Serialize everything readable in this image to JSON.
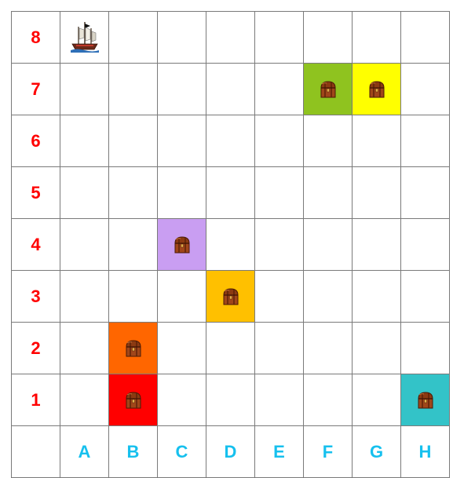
{
  "board": {
    "rows": [
      "8",
      "7",
      "6",
      "5",
      "4",
      "3",
      "2",
      "1"
    ],
    "columns": [
      "A",
      "B",
      "C",
      "D",
      "E",
      "F",
      "G",
      "H"
    ]
  },
  "ship": {
    "cell": "A8",
    "icon": "pirate-ship-icon"
  },
  "chests": [
    {
      "cell": "F7",
      "color": "#8fc31f",
      "icon": "treasure-chest-icon"
    },
    {
      "cell": "G7",
      "color": "#ffff00",
      "icon": "treasure-chest-icon"
    },
    {
      "cell": "C4",
      "color": "#c99ef2",
      "icon": "treasure-chest-icon"
    },
    {
      "cell": "D3",
      "color": "#ffc000",
      "icon": "treasure-chest-icon"
    },
    {
      "cell": "B2",
      "color": "#ff6600",
      "icon": "treasure-chest-icon"
    },
    {
      "cell": "B1",
      "color": "#ff0000",
      "icon": "treasure-chest-icon"
    },
    {
      "cell": "H1",
      "color": "#33c3c8",
      "icon": "treasure-chest-icon"
    }
  ],
  "colors": {
    "row_label": "#ff0000",
    "column_label": "#16c0ee",
    "grid_line": "#7a7a7a"
  }
}
